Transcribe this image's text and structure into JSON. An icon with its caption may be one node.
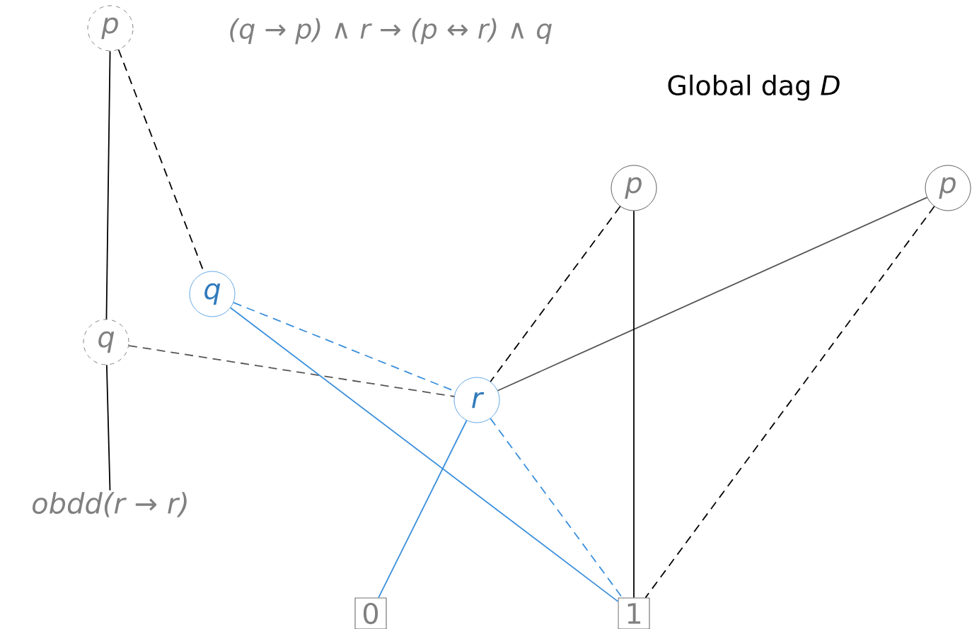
{
  "diagram": {
    "nodes": [
      {
        "text": [
          "p"
        ]
      },
      {
        "text": [
          "q"
        ]
      },
      {
        "text": [
          "obdd(r → r)"
        ]
      },
      {
        "text": [
          "q"
        ]
      },
      {
        "text": [
          "r"
        ]
      },
      {
        "text": [
          "p"
        ]
      },
      {
        "text": [
          "p"
        ]
      },
      {
        "text": [
          "0"
        ]
      },
      {
        "text": [
          "1"
        ]
      }
    ],
    "edges": [
      {
        "from": 0,
        "to": 1,
        "arrow": "none"
      },
      {
        "from": 0,
        "to": 3,
        "arrow": "none",
        "style": "dashed"
      },
      {
        "from": 1,
        "to": 2,
        "arrow": "none"
      },
      {
        "from": 1,
        "to": 4,
        "arrow": "none",
        "style": "dashed",
        "color": "#555555"
      },
      {
        "from": 3,
        "to": 4,
        "arrow": "none",
        "style": "dashed",
        "color": "#3a8fdc"
      },
      {
        "from": 3,
        "to": 8,
        "arrow": "none",
        "color": "#3a8fdc"
      },
      {
        "from": 4,
        "to": 7,
        "arrow": "none",
        "color": "#3a8fdc"
      },
      {
        "from": 4,
        "to": 8,
        "arrow": "none",
        "style": "dashed",
        "color": "#3a8fdc"
      },
      {
        "from": 5,
        "to": 4,
        "arrow": "none",
        "style": "dashed"
      },
      {
        "from": 6,
        "to": 4,
        "arrow": "none",
        "color": "#555555"
      },
      {
        "from": 5,
        "to": 8,
        "arrow": "none"
      },
      {
        "from": 6,
        "to": 8,
        "arrow": "none",
        "style": "dashed"
      }
    ],
    "labels": [
      "(q → p) ∧ r → (p ↔ r) ∧ q",
      "Global dag *D*"
    ]
  }
}
